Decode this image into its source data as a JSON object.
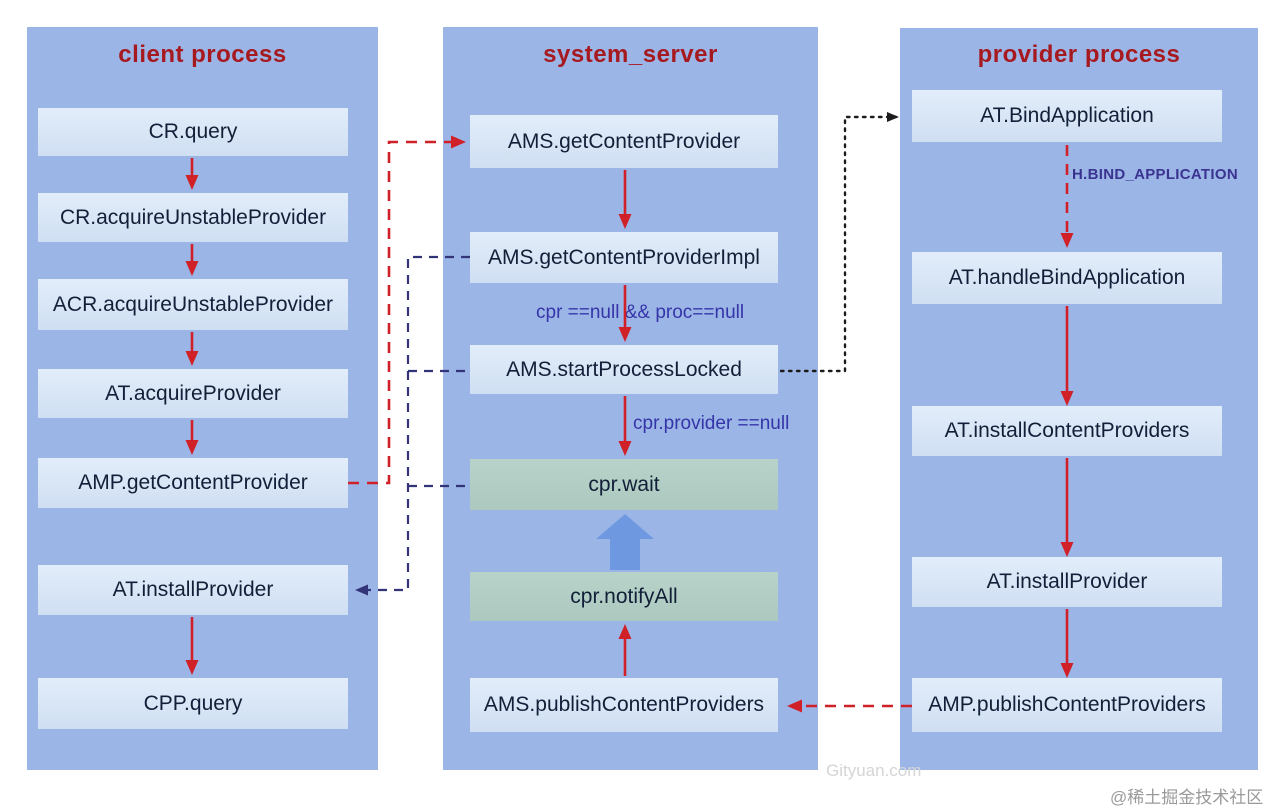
{
  "diagram": {
    "columns": {
      "client": {
        "title": "client process",
        "boxes": [
          {
            "label": "CR.query"
          },
          {
            "label": "CR.acquireUnstableProvider"
          },
          {
            "label": "ACR.acquireUnstableProvider"
          },
          {
            "label": "AT.acquireProvider"
          },
          {
            "label": "AMP.getContentProvider"
          },
          {
            "label": "AT.installProvider"
          },
          {
            "label": "CPP.query"
          }
        ]
      },
      "system": {
        "title": "system_server",
        "boxes": [
          {
            "label": "AMS.getContentProvider"
          },
          {
            "label": "AMS.getContentProviderImpl"
          },
          {
            "label": "AMS.startProcessLocked"
          },
          {
            "label": "cpr.wait"
          },
          {
            "label": "cpr.notifyAll"
          },
          {
            "label": "AMS.publishContentProviders"
          }
        ],
        "condition1": "cpr ==null && proc==null",
        "condition2": "cpr.provider ==null"
      },
      "provider": {
        "title": "provider process",
        "boxes": [
          {
            "label": "AT.BindApplication"
          },
          {
            "label": "AT.handleBindApplication"
          },
          {
            "label": "AT.installContentProviders"
          },
          {
            "label": "AT.installProvider"
          },
          {
            "label": "AMP.publishContentProviders"
          }
        ],
        "edge_label": "H.BIND_APPLICATION"
      }
    },
    "watermarks": {
      "site": "Gityuan.com",
      "community": "@稀土掘金技术社区"
    },
    "colors": {
      "column_bg": "#9cb5e7",
      "node_bg": "#d9e6f6",
      "node_green": "#b2cfc4",
      "header_text": "#a6191f",
      "node_text": "#121f38",
      "red_arrow": "#d02028",
      "navy_dash": "#333377",
      "condition_text": "#3535a8",
      "hbind_text": "#3a3390",
      "dotted_line": "#1c1c1c",
      "block_arrow": "#6e99e0"
    }
  }
}
